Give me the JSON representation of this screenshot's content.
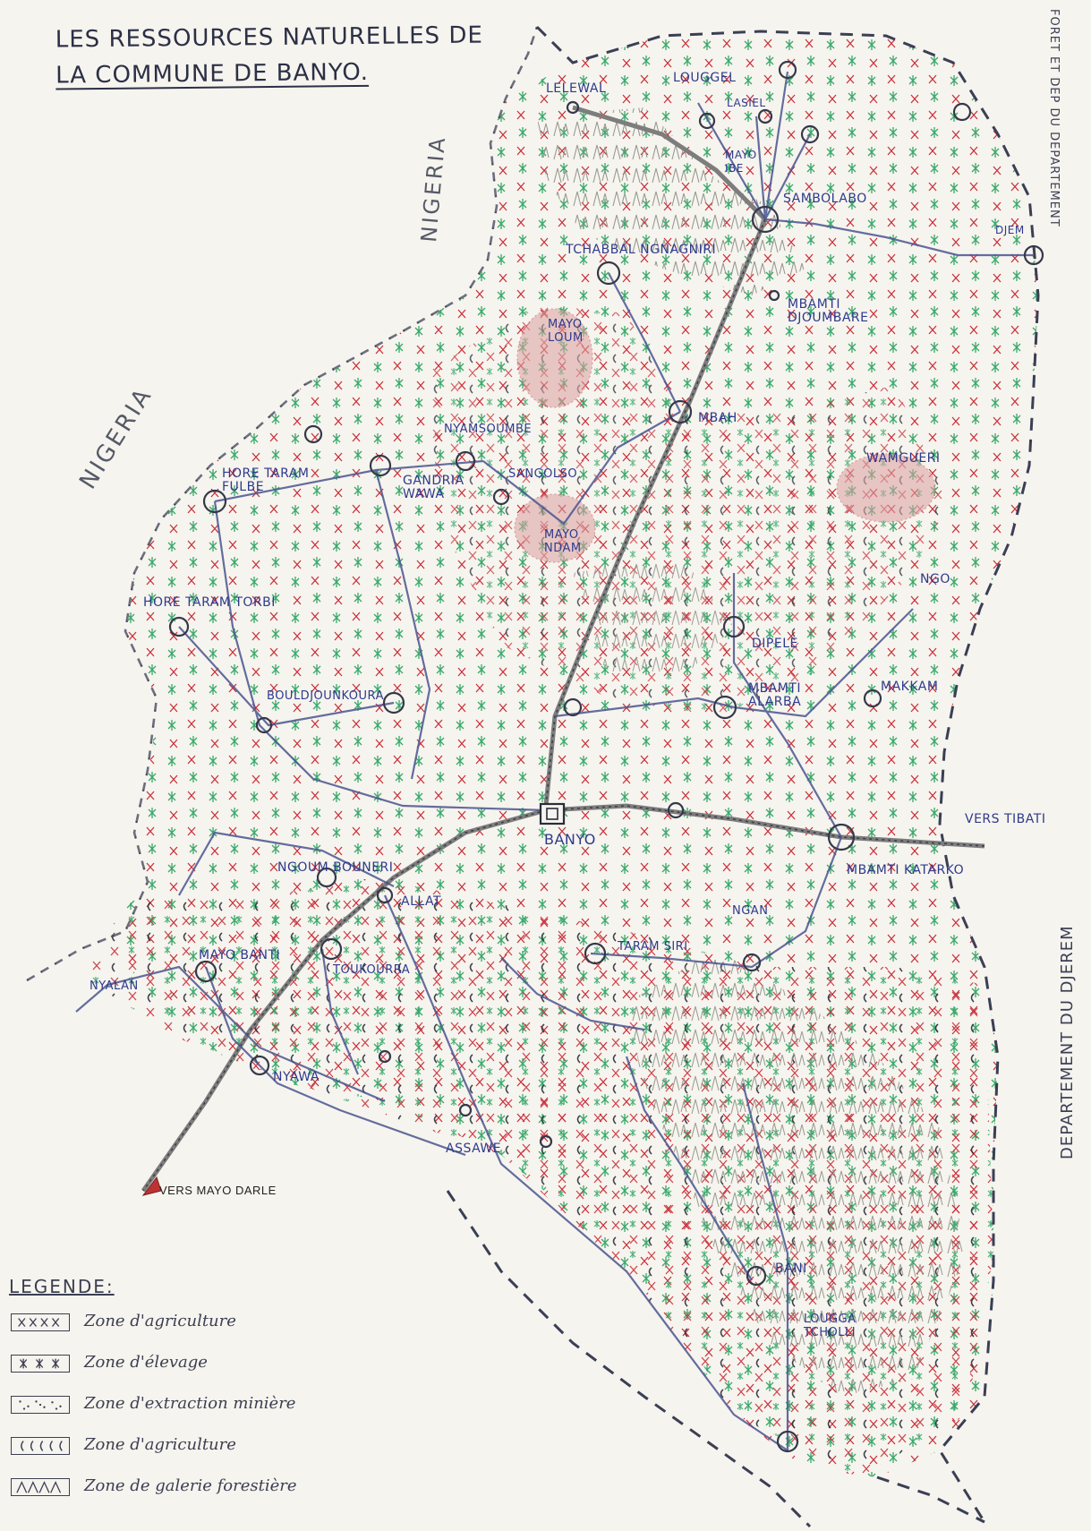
{
  "map": {
    "title_line1": "LES RESSOURCES NATURELLES DE",
    "title_line2": "LA COMMUNE DE BANYO.",
    "countries": {
      "nigeria_left": "NIGERIA",
      "nigeria_top": "NIGERIA"
    },
    "departments": {
      "djerem": "DEPARTEMENT DU DJEREM",
      "forest": "FORET ET DEP DU DEPARTEMENT"
    },
    "directions": {
      "tibati": "VERS TIBATI",
      "mayo_darle": "VERS MAYO DARLE"
    },
    "places": {
      "lelewal": "LELEWAL",
      "louggel": "LOUGGEL",
      "lasiel": "LASIEL",
      "mayo_ibe": "MAYO\nIBE",
      "sambolabo": "SAMBOLABO",
      "djem": "DJEM",
      "tchabbal": "TCHABBAL NGNAGNIRI",
      "mbamti_djoumbare": "MBAMTI\nDJOUMBARE",
      "mayo_loum": "MAYO\nLOUM",
      "mbah": "MBAH",
      "nyamsoumbe": "NYAMSOUMBE",
      "sangolso": "SANGOLSO",
      "wamgueri": "WAMGUERI",
      "hore_taram_fulbe": "HORE TARAM\nFULBE",
      "gandria_wawa": "GANDRIA\nWAWA",
      "mayo_ndam": "MAYO\nNDAM",
      "ngo": "NGO",
      "hore_taram_torbi": "HORE TARAM TORBI",
      "dipele": "DIPELE",
      "makkam": "MAKKAM",
      "mbamti_alarba": "MBAMTI\nALARBA",
      "bouldjounkoura": "BOULDJOUNKOURA",
      "banyo": "BANYO",
      "mbamti_katarko": "MBAMTI KATARKO",
      "ngoum_bouneri": "NGOUM BOUNERI",
      "allat": "ALLAT",
      "ngan": "NGAN",
      "taram_siri": "TARAM SIRI",
      "mayo_banti": "MAYO BANTI",
      "toukourra": "TOUKOURRA",
      "nyalan": "NYALAN",
      "nyawa": "NYAWA",
      "assawe": "ASSAWE",
      "bani": "BANI",
      "lougga_tcholli": "LOUGGA\nTCHOLLI"
    },
    "zone_colors": {
      "agriculture": "#c9303a",
      "elevage": "#3aa86b",
      "mining": "#d06060",
      "routes": "#8a8a8a",
      "rivers": "#4a5590",
      "border": "#3a3f55"
    }
  },
  "legend": {
    "title": "LEGENDE:",
    "items": [
      {
        "symbol": "agriculture-x",
        "label": "Zone d'agriculture"
      },
      {
        "symbol": "elevage-star",
        "label": "Zone d'élevage"
      },
      {
        "symbol": "mining-dots",
        "label": "Zone d'extraction minière"
      },
      {
        "symbol": "crescent",
        "label": "Zone d'agriculture"
      },
      {
        "symbol": "gallery-forest",
        "label": "Zone de galerie forestière"
      }
    ]
  }
}
